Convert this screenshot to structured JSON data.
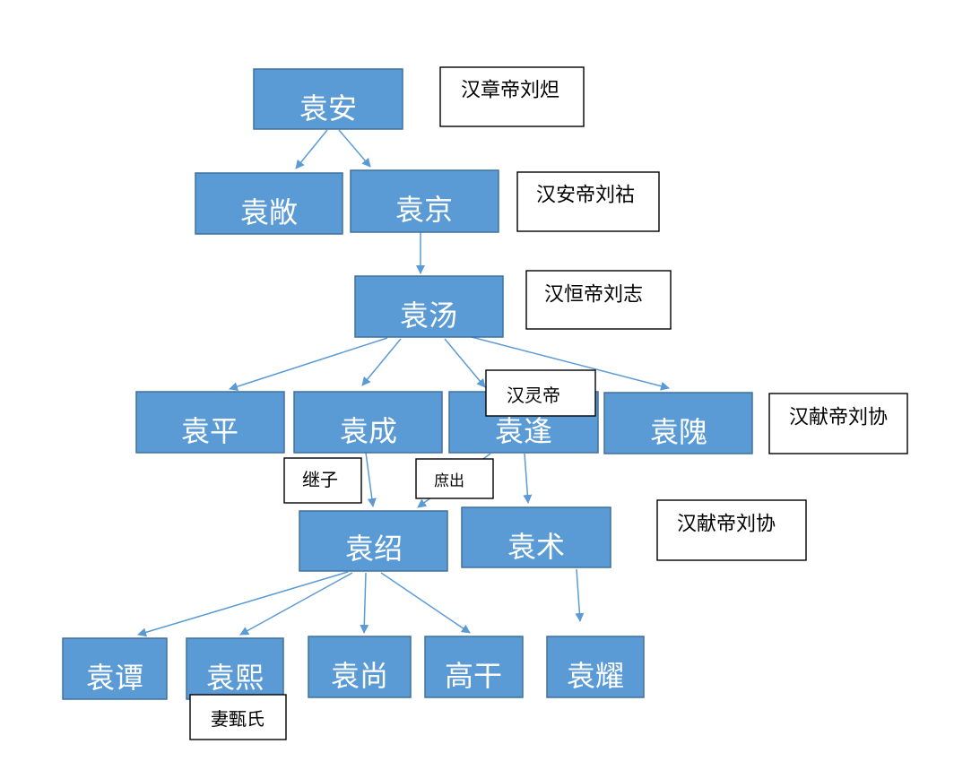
{
  "colors": {
    "node_fill": "#5b9bd5",
    "node_border": "#41719c",
    "node_text": "#ffffff",
    "edge": "#5b9bd5",
    "note_border": "#000000",
    "note_fill": "#ffffff"
  },
  "people": {
    "yuan_an": "袁安",
    "yuan_chang": "袁敞",
    "yuan_jing": "袁京",
    "yuan_tang": "袁汤",
    "yuan_ping": "袁平",
    "yuan_cheng": "袁成",
    "yuan_feng": "袁逢",
    "yuan_wei": "袁隗",
    "yuan_shao": "袁绍",
    "yuan_shu": "袁术",
    "yuan_tan": "袁谭",
    "yuan_xi": "袁熙",
    "yuan_shang": "袁尚",
    "gao_gan": "高干",
    "yuan_yao": "袁耀"
  },
  "notes": {
    "emperor_zhang": "汉章帝刘炟",
    "emperor_an": "汉安帝刘祜",
    "emperor_huan": "汉恒帝刘志",
    "emperor_ling": "汉灵帝",
    "emperor_xian_1": "汉献帝刘协",
    "emperor_xian_2": "汉献帝刘协",
    "adopted_son": "继子",
    "concubine_born": "庶出",
    "wife_zhen": "妻甄氏"
  }
}
